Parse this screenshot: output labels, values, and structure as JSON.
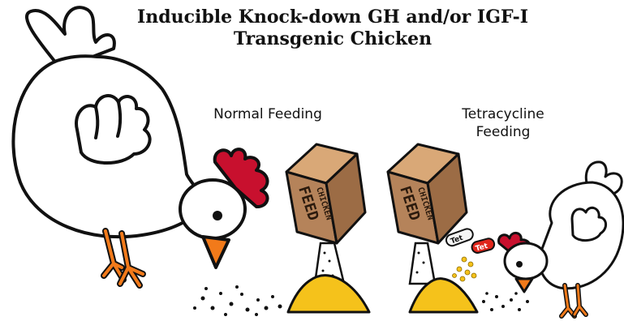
{
  "title": {
    "line1": "Inducible Knock-down GH and/or IGF-I",
    "line2": "Transgenic Chicken"
  },
  "conditions": {
    "normal": "Normal Feeding",
    "tetracycline_line1": "Tetracycline",
    "tetracycline_line2": "Feeding"
  },
  "feed_box": {
    "word1": "FEED",
    "word2": "CHICKEN"
  },
  "pill_label": "Tet",
  "colors": {
    "comb": "#c8102e",
    "beak": "#f27a1a",
    "feed_pile": "#f5c21b",
    "box": "#b5835a",
    "pill_red": "#e0261b"
  }
}
